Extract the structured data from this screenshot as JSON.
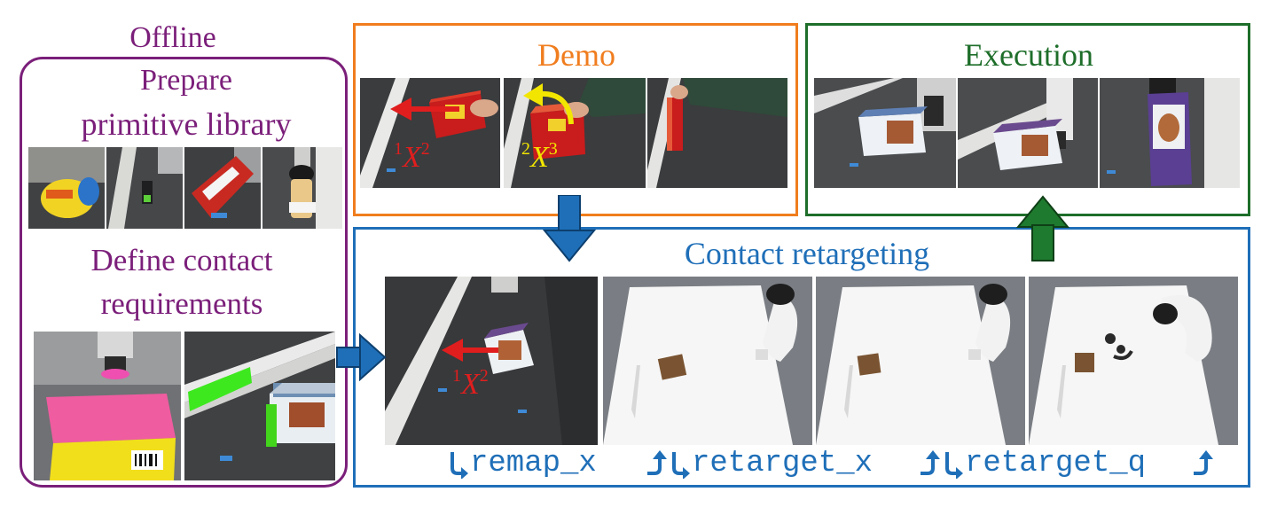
{
  "offline": {
    "title": "Offline",
    "prepare_line1": "Prepare",
    "prepare_line2": "primitive library",
    "define_line1": "Define contact",
    "define_line2": "requirements",
    "color": "#7b1f7a"
  },
  "demo": {
    "title": "Demo",
    "color": "#f07d1e",
    "annot1_pre": "1",
    "annot1_var": "X",
    "annot1_post": "2",
    "annot2_pre": "2",
    "annot2_var": "X",
    "annot2_post": "3"
  },
  "execution": {
    "title": "Execution",
    "color": "#1e6e2a"
  },
  "retarget": {
    "title": "Contact retargeting",
    "color": "#1f6fb8",
    "annot_pre": "1",
    "annot_var": "X",
    "annot_post": "2",
    "functions": [
      "remap_x",
      "retarget_x",
      "retarget_q"
    ]
  },
  "arrows": {
    "blue": "#1f6fb8",
    "green": "#1e6e2a",
    "red": "#e01e1e",
    "yellow": "#f2e600"
  },
  "icons": [
    "down-arrow-icon",
    "up-arrow-icon",
    "right-arrow-icon",
    "curved-hook-icon"
  ]
}
